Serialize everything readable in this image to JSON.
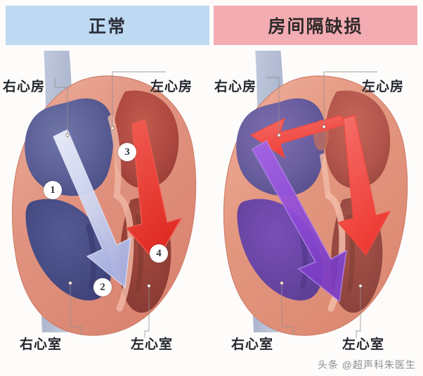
{
  "headers": {
    "normal": {
      "label": "正常",
      "bg": "#bed9f2"
    },
    "asd": {
      "label": "房间隔缺损",
      "bg": "#f3acb2"
    }
  },
  "panels": {
    "normal": {
      "name": "normal-heart-diagram",
      "labels": {
        "right_atrium": "右心房",
        "left_atrium": "左心房",
        "right_ventricle": "右心室",
        "left_ventricle": "左心室"
      },
      "markers": [
        {
          "id": "1",
          "text": "1"
        },
        {
          "id": "2",
          "text": "2"
        },
        {
          "id": "3",
          "text": "3"
        },
        {
          "id": "4",
          "text": "4"
        }
      ],
      "flow_arrows": [
        {
          "name": "venous-flow-arrow",
          "color": "#c9d0ee",
          "from": "right atrium",
          "to": "right ventricle"
        },
        {
          "name": "arterial-flow-arrow",
          "color": "#e8302a",
          "from": "left atrium",
          "to": "left ventricle"
        }
      ]
    },
    "asd": {
      "name": "asd-heart-diagram",
      "labels": {
        "right_atrium": "右心房",
        "left_atrium": "左心房",
        "right_ventricle": "右心室",
        "left_ventricle": "左心室"
      },
      "flow_arrows": [
        {
          "name": "shunt-arrow",
          "color": "#f04a44",
          "from": "left atrium",
          "to": "right atrium"
        },
        {
          "name": "arterial-flow-arrow",
          "color": "#f04a44",
          "from": "left atrium",
          "to": "left ventricle"
        },
        {
          "name": "mixed-flow-arrow",
          "color": "#8c4bd8",
          "from": "right atrium",
          "to": "right ventricle"
        }
      ]
    }
  },
  "colors": {
    "myocardium": "#e0937f",
    "myocardium_light": "#eeab98",
    "deoxygenated_blood": "#5a5d96",
    "oxygenated_blood": "#b4453c",
    "vessel_blue": "#9aaac9",
    "background": "#fdfcfb"
  },
  "watermark": {
    "text": "头条 @超声科朱医生"
  }
}
